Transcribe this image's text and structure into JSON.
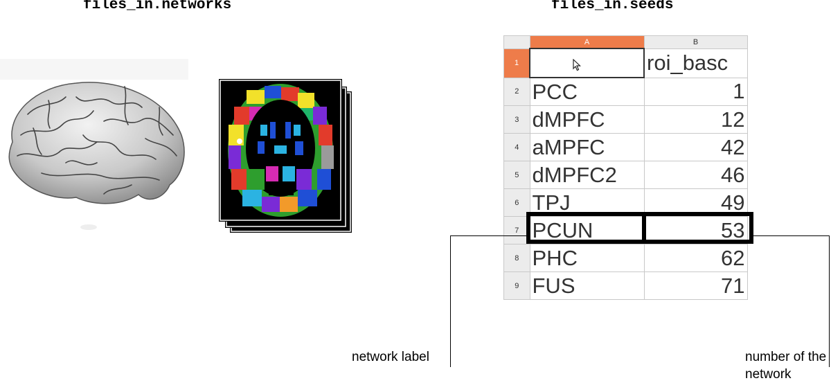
{
  "headings": {
    "networks": "files_in.networks",
    "seeds": "files_in.seeds"
  },
  "spreadsheet": {
    "columns": [
      "A",
      "B"
    ],
    "selected_column": "A",
    "selected_row": "1",
    "rows": [
      {
        "num": "1",
        "label": "",
        "value": "roi_basc"
      },
      {
        "num": "2",
        "label": "PCC",
        "value": "1"
      },
      {
        "num": "3",
        "label": "dMPFC",
        "value": "12"
      },
      {
        "num": "4",
        "label": "aMPFC",
        "value": "42"
      },
      {
        "num": "5",
        "label": "dMPFC2",
        "value": "46"
      },
      {
        "num": "6",
        "label": "TPJ",
        "value": "49"
      },
      {
        "num": "7",
        "label": "PCUN",
        "value": "53"
      },
      {
        "num": "8",
        "label": "PHC",
        "value": "62"
      },
      {
        "num": "9",
        "label": "FUS",
        "value": "71"
      }
    ],
    "highlighted_row": "7"
  },
  "annotations": {
    "network_label": "network label",
    "network_number": "number of the network"
  },
  "colors": {
    "selection_header": "#ee7c4a",
    "highlight_box": "#000000",
    "map_background": "#000000"
  },
  "icons": {
    "brain": "brain-surface-icon",
    "maps": "parcellation-stack-icon",
    "cursor": "mouse-pointer-icon"
  }
}
